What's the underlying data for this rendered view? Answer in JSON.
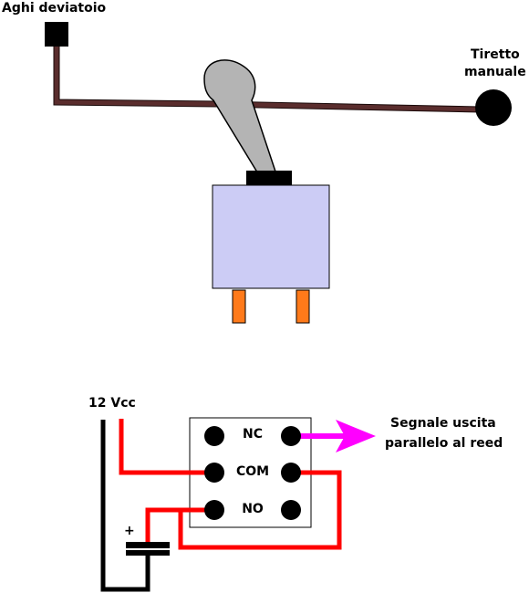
{
  "labels": {
    "needles": "Aghi deviatoio",
    "pull_line1": "Tiretto",
    "pull_line2": "manuale",
    "supply": "12 Vcc",
    "output_line1": "Segnale uscita",
    "output_line2": "parallelo al reed",
    "pin_nc": "NC",
    "pin_com": "COM",
    "pin_no": "NO",
    "cap_plus": "+"
  },
  "colors": {
    "rod": "#5a2d2d",
    "lever": "#b4b4b4",
    "switch_body": "#ccccf5",
    "switch_pins": "#ff7a1a",
    "wire_red": "#ff0000",
    "wire_black": "#000000",
    "output_arrow": "#ff00ff"
  }
}
